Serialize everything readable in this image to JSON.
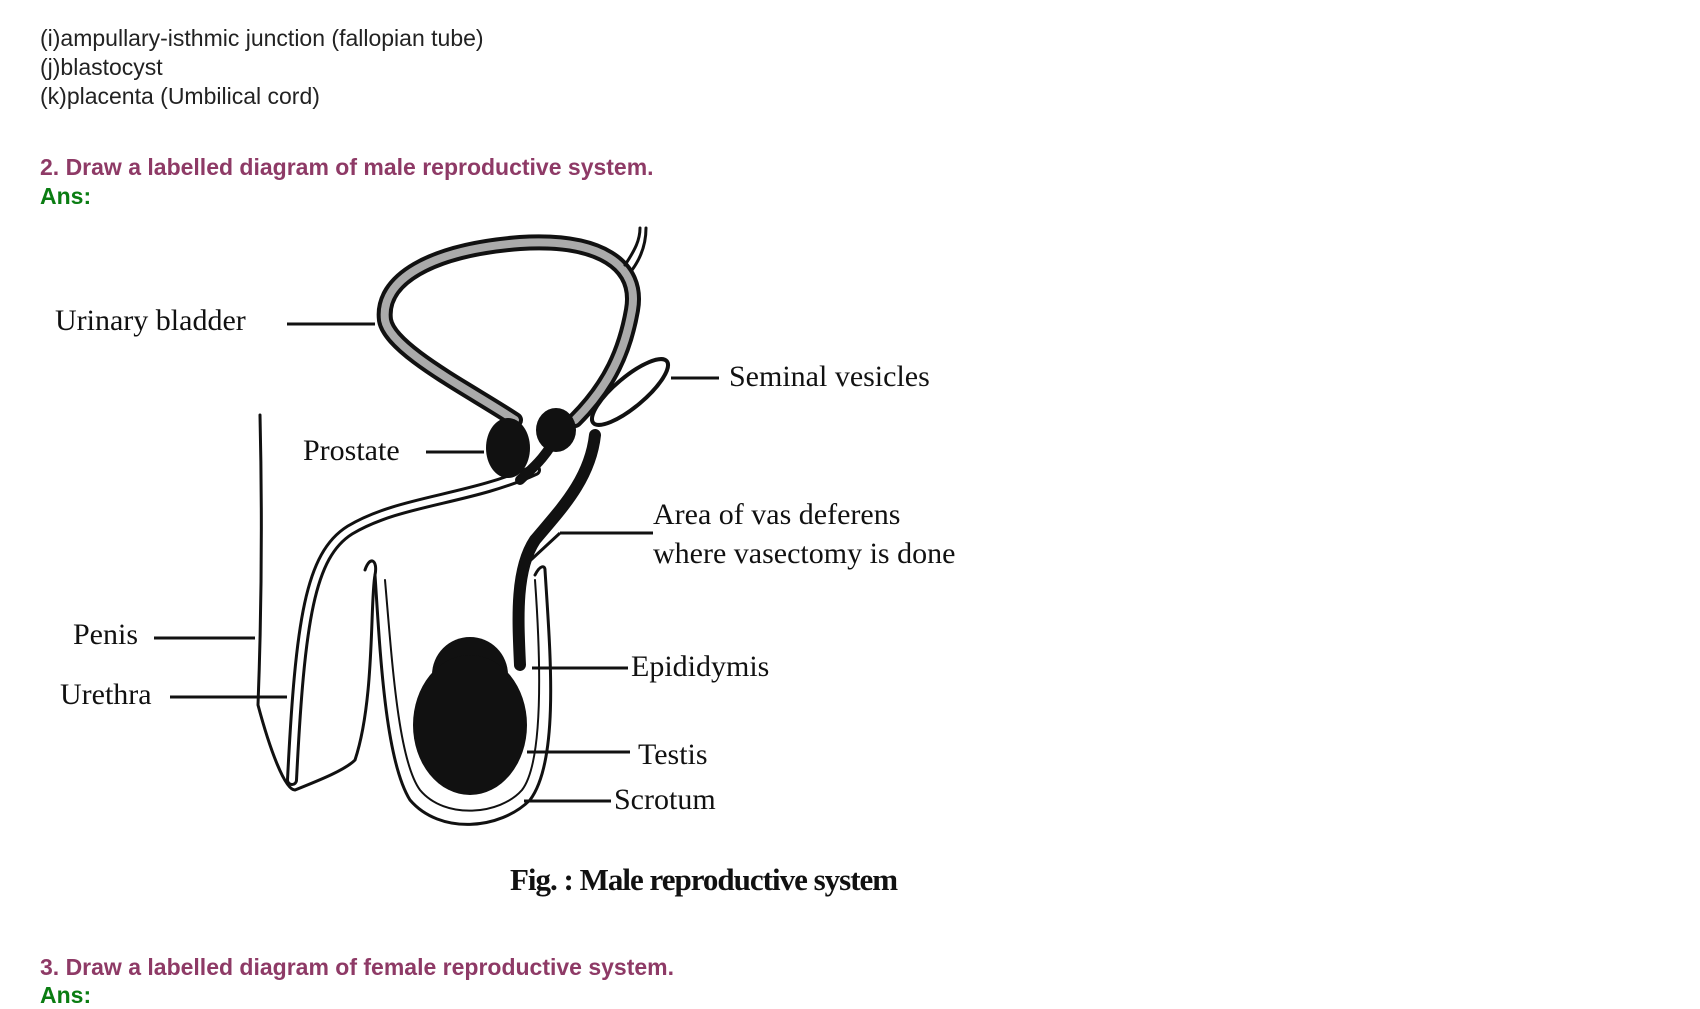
{
  "answers_list": [
    "(i)ampullary-isthmic junction (fallopian tube)",
    "(j)blastocyst",
    "(k)placenta (Umbilical cord)"
  ],
  "question2": {
    "text": "2. Draw a labelled diagram of male reproductive system.",
    "ans": "Ans:"
  },
  "diagram": {
    "labels": {
      "urinary_bladder": "Urinary bladder",
      "seminal_vesicles": "Seminal vesicles",
      "prostate": "Prostate",
      "vas_deferens_1": "Area of vas deferens",
      "vas_deferens_2": "where vasectomy is done",
      "penis": "Penis",
      "urethra": "Urethra",
      "epididymis": "Epididymis",
      "testis": "Testis",
      "scrotum": "Scrotum"
    },
    "caption": "Fig.  : Male reproductive system"
  },
  "question3": {
    "text": "3. Draw a labelled diagram of female reproductive system.",
    "ans": "Ans:"
  }
}
